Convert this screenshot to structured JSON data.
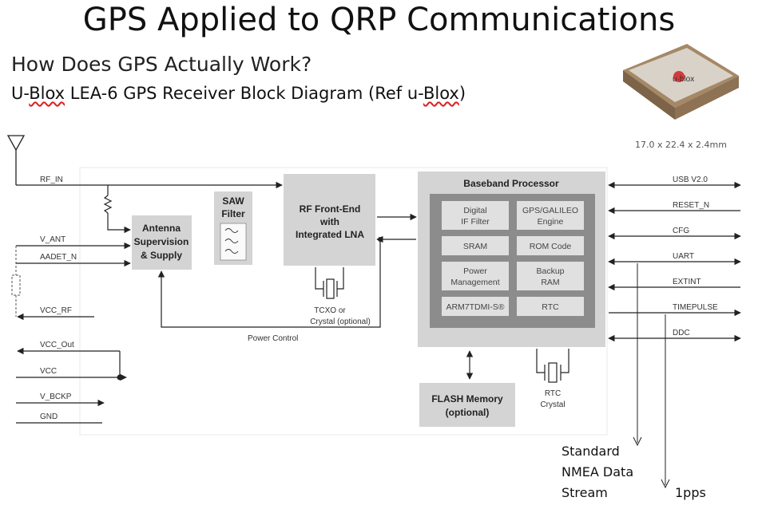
{
  "slide": {
    "title": "GPS Applied to QRP Communications",
    "subtitle": "How Does GPS Actually Work?",
    "subtitle2_prefix": "U-",
    "subtitle2_blox": "Blox",
    "subtitle2_middle": " LEA-6 GPS Receiver Block Diagram (Ref u-",
    "subtitle2_blox2": "Blox",
    "subtitle2_suffix": ")",
    "chip_logo": "u·blox",
    "dimensions": "17.0 x 22.4 x 2.4mm"
  },
  "diagram": {
    "left_pins": [
      "RF_IN",
      "V_ANT",
      "AADET_N",
      "VCC_RF",
      "VCC_Out",
      "VCC",
      "V_BCKP",
      "GND"
    ],
    "right_pins": [
      "USB V2.0",
      "RESET_N",
      "CFG",
      "UART",
      "EXTINT",
      "TIMEPULSE",
      "DDC"
    ],
    "antenna_block": [
      "Antenna",
      "Supervision",
      "& Supply"
    ],
    "saw_block": [
      "SAW",
      "Filter"
    ],
    "rf_block": [
      "RF Front-End",
      "with",
      "Integrated LNA"
    ],
    "tcxo_label": [
      "TCXO or",
      "Crystal (optional)"
    ],
    "power_control": "Power Control",
    "baseband_title": "Baseband Processor",
    "baseband_cells": [
      [
        "Digital",
        "IF Filter"
      ],
      [
        "GPS/GALILEO",
        "Engine"
      ],
      [
        "SRAM"
      ],
      [
        "ROM Code"
      ],
      [
        "Power",
        "Management"
      ],
      [
        "Backup",
        "RAM"
      ],
      [
        "ARM7TDMI-S®"
      ],
      [
        "RTC"
      ]
    ],
    "flash_block": [
      "FLASH Memory",
      "(optional)"
    ],
    "rtc_crystal": [
      "RTC",
      "Crystal"
    ]
  },
  "annotations": {
    "nmea": [
      "Standard",
      "NMEA Data",
      "Stream"
    ],
    "pps": "1pps"
  }
}
